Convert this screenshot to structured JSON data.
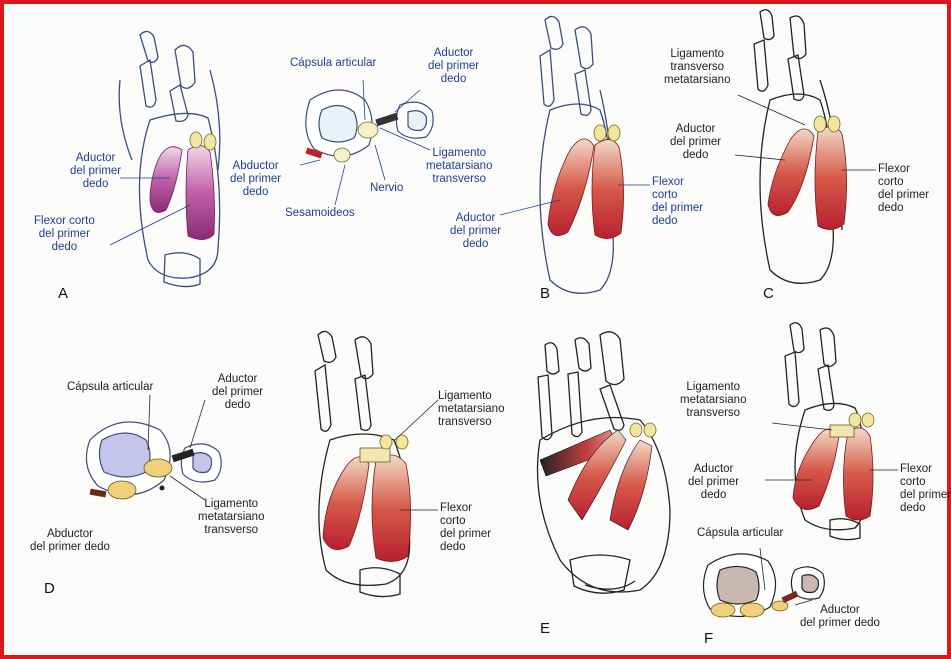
{
  "colors": {
    "frame": "#d9191c",
    "label_blue": "#1f3f8f",
    "muscle_red": "#c8323a",
    "muscle_purple": "#a23a8c",
    "bone_outline": "#3a4f7a"
  },
  "panels": {
    "A": {
      "letter": "A",
      "aductor": "Aductor\ndel primer\ndedo",
      "flexor": "Flexor corto\ndel primer\ndedo"
    },
    "A2": {
      "capsula": "Cápsula articular",
      "aductor": "Aductor\ndel primer\ndedo",
      "abductor": "Abductor\ndel primer\ndedo",
      "ligamento": "Ligamento\nmetatarsiano\ntransverso",
      "nervio": "Nervio",
      "sesamoideos": "Sesamoideos"
    },
    "B": {
      "letter": "B",
      "flexor": "Flexor\ncorto\ndel primer\ndedo",
      "aductor": "Aductor\ndel primer\ndedo"
    },
    "C": {
      "letter": "C",
      "ligamento": "Ligamento\ntransverso\nmetatarsiano",
      "aductor": "Aductor\ndel primer\ndedo",
      "flexor": "Flexor\ncorto\ndel primer\ndedo"
    },
    "D": {
      "letter": "D",
      "capsula": "Cápsula articular",
      "aductor": "Aductor\ndel primer\ndedo",
      "ligamento": "Ligamento\nmetatarsiano\ntransverso",
      "abductor": "Abductor\ndel primer dedo",
      "ligamento2": "Ligamento\nmetatarsiano\ntransverso",
      "flexor": "Flexor\ncorto\ndel primer\ndedo"
    },
    "E": {
      "letter": "E"
    },
    "F": {
      "letter": "F",
      "ligamento": "Ligamento\nmetatarsiano\ntransverso",
      "aductor": "Aductor\ndel primer\ndedo",
      "flexor": "Flexor\ncorto\ndel primer\ndedo",
      "capsula": "Cápsula articular",
      "aductor2": "Aductor\ndel primer dedo"
    }
  }
}
